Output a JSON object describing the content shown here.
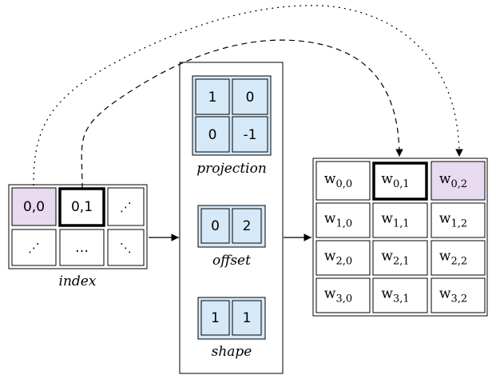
{
  "index": {
    "label": "index",
    "cells": [
      [
        "0,0",
        "0,1",
        "⋰"
      ],
      [
        "⋰",
        "…",
        "⋱"
      ]
    ]
  },
  "layout": {
    "projection": {
      "label": "projection",
      "cells": [
        [
          "1",
          "0"
        ],
        [
          "0",
          "-1"
        ]
      ]
    },
    "offset": {
      "label": "offset",
      "cells": [
        "0",
        "2"
      ]
    },
    "shape": {
      "label": "shape",
      "cells": [
        "1",
        "1"
      ]
    }
  },
  "weights": {
    "symbol": "w",
    "rows": [
      [
        "0,0",
        "0,1",
        "0,2"
      ],
      [
        "1,0",
        "1,1",
        "1,2"
      ],
      [
        "2,0",
        "2,1",
        "2,2"
      ],
      [
        "3,0",
        "3,1",
        "3,2"
      ]
    ]
  },
  "colors": {
    "highlight_pink": "#e8daef",
    "highlight_blue": "#d6e9f8"
  }
}
